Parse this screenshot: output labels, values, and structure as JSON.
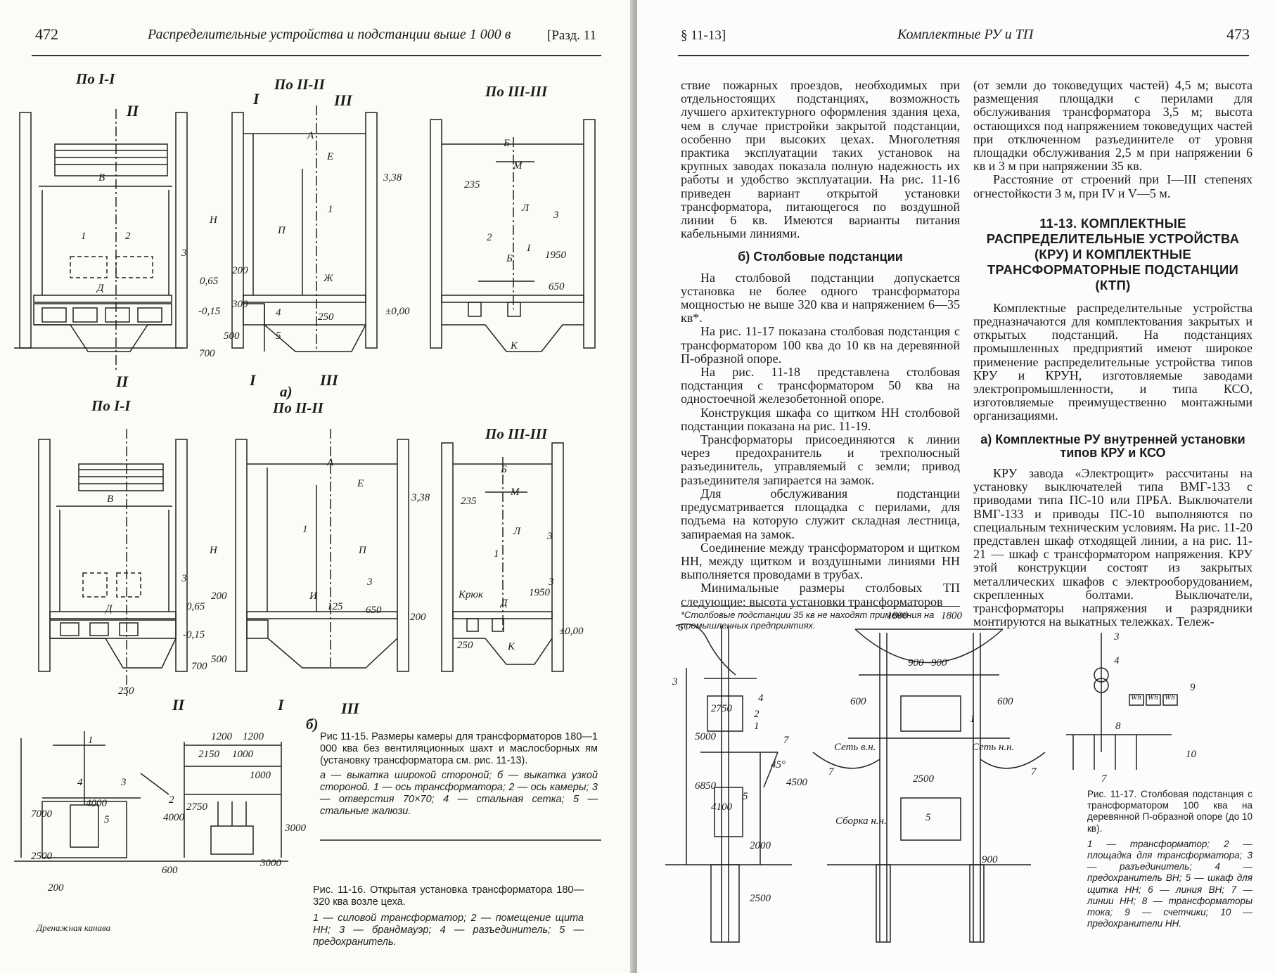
{
  "left_page": {
    "page_number": "472",
    "running_title": "Распределительные устройства и подстанции выше 1 000 в",
    "section_ref": "[Разд. 11",
    "figure_a": {
      "views": [
        "По I-I",
        "По II-II",
        "По III-III"
      ],
      "cut_marks": [
        "II",
        "I",
        "III",
        "II",
        "I",
        "III"
      ],
      "dims": [
        "В",
        "Д",
        "1",
        "2",
        "3",
        "Н",
        "А",
        "Е",
        "П",
        "1",
        "3,38",
        "0,65",
        "200",
        "-0,15",
        "300",
        "4",
        "5",
        "700",
        "500",
        "Ж",
        "250",
        "±0,00",
        "Б",
        "М",
        "235",
        "Л",
        "3",
        "2",
        "1",
        "Б",
        "1950",
        "650",
        "К"
      ],
      "label": "а)"
    },
    "figure_b": {
      "views": [
        "По I-I",
        "По II-II",
        "По III-III"
      ],
      "dims": [
        "В",
        "Д",
        "3",
        "Н",
        "А",
        "Е",
        "П",
        "1",
        "3,38",
        "0,65",
        "200",
        "-0,15",
        "И",
        "125",
        "3",
        "650",
        "200",
        "Б",
        "М",
        "235",
        "Л",
        "3",
        "1",
        "Крюк",
        "Д",
        "1950",
        "3",
        "±0,00",
        "250",
        "К",
        "700",
        "500",
        "250"
      ],
      "label": "б)"
    },
    "fig_11_15": {
      "title": "Рис 11-15. Размеры камеры для трансформаторов 180—1 000 ква без вентиляционных шахт и маслосборных ям (установку трансформатора см. рис. 11-13).",
      "legend": "а — выкатка широкой стороной; б — выкатка узкой стороной. 1 — ось трансформатора; 2 — ось камеры; 3 — отверстия 70×70; 4 — стальная сетка; 5 — стальные жалюзи."
    },
    "fig_11_16": {
      "title": "Рис. 11-16. Открытая установка трансформатора 180—320 ква возле цеха.",
      "legend": "1 — силовой трансформатор; 2 — помещение щита НН; 3 — брандмауэр; 4 — разъединитель; 5 — предохранитель.",
      "dims": [
        "4",
        "1",
        "2",
        "3",
        "5",
        "4000",
        "7000",
        "4000",
        "2500",
        "200",
        "600",
        "3000",
        "1200",
        "1200",
        "2150",
        "1000",
        "1000",
        "2750",
        "3000",
        "Дренажная канава"
      ]
    }
  },
  "right_page": {
    "section_ref": "§ 11-13]",
    "running_title": "Комплектные РУ и ТП",
    "page_number": "473",
    "col1_para1": "ствие пожарных проездов, необходимых при отдельностоящих подстанциях, возможность лучшего архитектурного оформления здания цеха, чем в случае пристройки закрытой подстанции, особенно при высоких цехах. Многолетняя практика эксплуатации таких установок на крупных заводах показала полную надежность их работы и удобство эксплуатации. На рис. 11-16 приведен вариант открытой установки трансформатора, питающегося по воздушной линии 6 кв. Имеются варианты питания кабельными линиями.",
    "col1_subhead": "б) Столбовые подстанции",
    "col1_paras": [
      "На столбовой подстанции допускается установка не более одного трансформатора мощностью не выше 320 ква и напряжением 6—35 кв*.",
      "На рис. 11-17 показана столбовая подстанция с трансформатором 100 ква до 10 кв на деревянной П-образной опоре.",
      "На рис. 11-18 представлена столбовая подстанция с трансформатором 50 ква на одностоечной железобетонной опоре.",
      "Конструкция шкафа со щитком НН столбовой подстанции показана на рис. 11-19.",
      "Трансформаторы присоединяются к линии через предохранитель и трехполюсный разъединитель, управляемый с земли; привод разъединителя запирается на замок.",
      "Для обслуживания подстанции предусматривается площадка с перилами, для подъема на которую служит складная лестница, запираемая на замок.",
      "Соединение между трансформатором и щитком НН, между щитком и воздушными линиями НН выполняется проводами в трубах.",
      "Минимальные размеры столбовых ТП следующие: высота установки трансформаторов"
    ],
    "footnote": "*Столбовые подстанции 35 кв не находят применения на промышленных предприятиях.",
    "col2_para1": "(от земли до токоведущих частей) 4,5 м; высота размещения площадки с перилами для обслуживания трансформатора 3,5 м; высота остающихся под напряжением токоведущих частей при отключенном разъединителе от уровня площадки обслуживания 2,5 м при напряжении 6 кв и 3 м при напряжении 35 кв.",
    "col2_para2": "Расстояние от строений при I—III степенях огнестойкости 3 м, при IV и V—5 м.",
    "col2_head": "11-13. КОМПЛЕКТНЫЕ РАСПРЕДЕЛИТЕЛЬНЫЕ УСТРОЙСТВА (КРУ) И КОМПЛЕКТНЫЕ ТРАНСФОРМАТОРНЫЕ ПОДСТАНЦИИ (КТП)",
    "col2_para3": "Комплектные распределительные устройства предназначаются для комплектования закрытых и открытых подстанций. На подстанциях промышленных предприятий имеют широкое применение распределительные устройства типов КРУ и КРУН, изготовляемые заводами электропромышленности, и типа КСО, изготовляемые преимущественно монтажными организациями.",
    "col2_subhead": "а) Комплектные РУ внутренней установки типов КРУ и КСО",
    "col2_para4": "КРУ завода «Электрощит» рассчитаны на установку выключателей типа ВМГ-133 с приводами типа ПС-10 или ПРБА. Выключатели ВМГ-133 и приводы ПС-10 выполняются по специальным техническим условиям. На рис. 11-20 представлен шкаф отходящей линии, а на рис. 11-21 — шкаф с трансформатором напряжения. КРУ этой конструкции состоят из закрытых металлических шкафов с электрооборудованием, скрепленных болтами. Выключатели, трансформаторы напряжения и разрядники монтируются на выкатных тележках. Тележ-",
    "fig_11_17": {
      "title": "Рис. 11-17. Столбовая подстанция с трансформатором 100 ква на деревянной П-образной опоре (до 10 кв).",
      "legend": "1 — трансформатор; 2 — площадка для трансформатора; 3 — разъединитель; 4 — предохранитель ВН; 5 — шкаф для щитка НН; 6 — линия ВН; 7 — линии НН; 8 — трансформаторы тока; 9 — счетчики; 10 — предохранители НН.",
      "dims": [
        "6",
        "3",
        "4",
        "2",
        "1",
        "7",
        "45°",
        "5",
        "5000",
        "2750",
        "6850",
        "4100",
        "2000",
        "2500",
        "4500",
        "1800",
        "1800",
        "900",
        "900",
        "600",
        "600",
        "1",
        "Сеть в.н.",
        "Сеть н.н.",
        "7",
        "7",
        "2500",
        "5",
        "Сборка н.н.",
        "900",
        "3",
        "4",
        "9",
        "8",
        "10",
        "7",
        "Wh",
        "Wh",
        "Wh"
      ]
    }
  }
}
